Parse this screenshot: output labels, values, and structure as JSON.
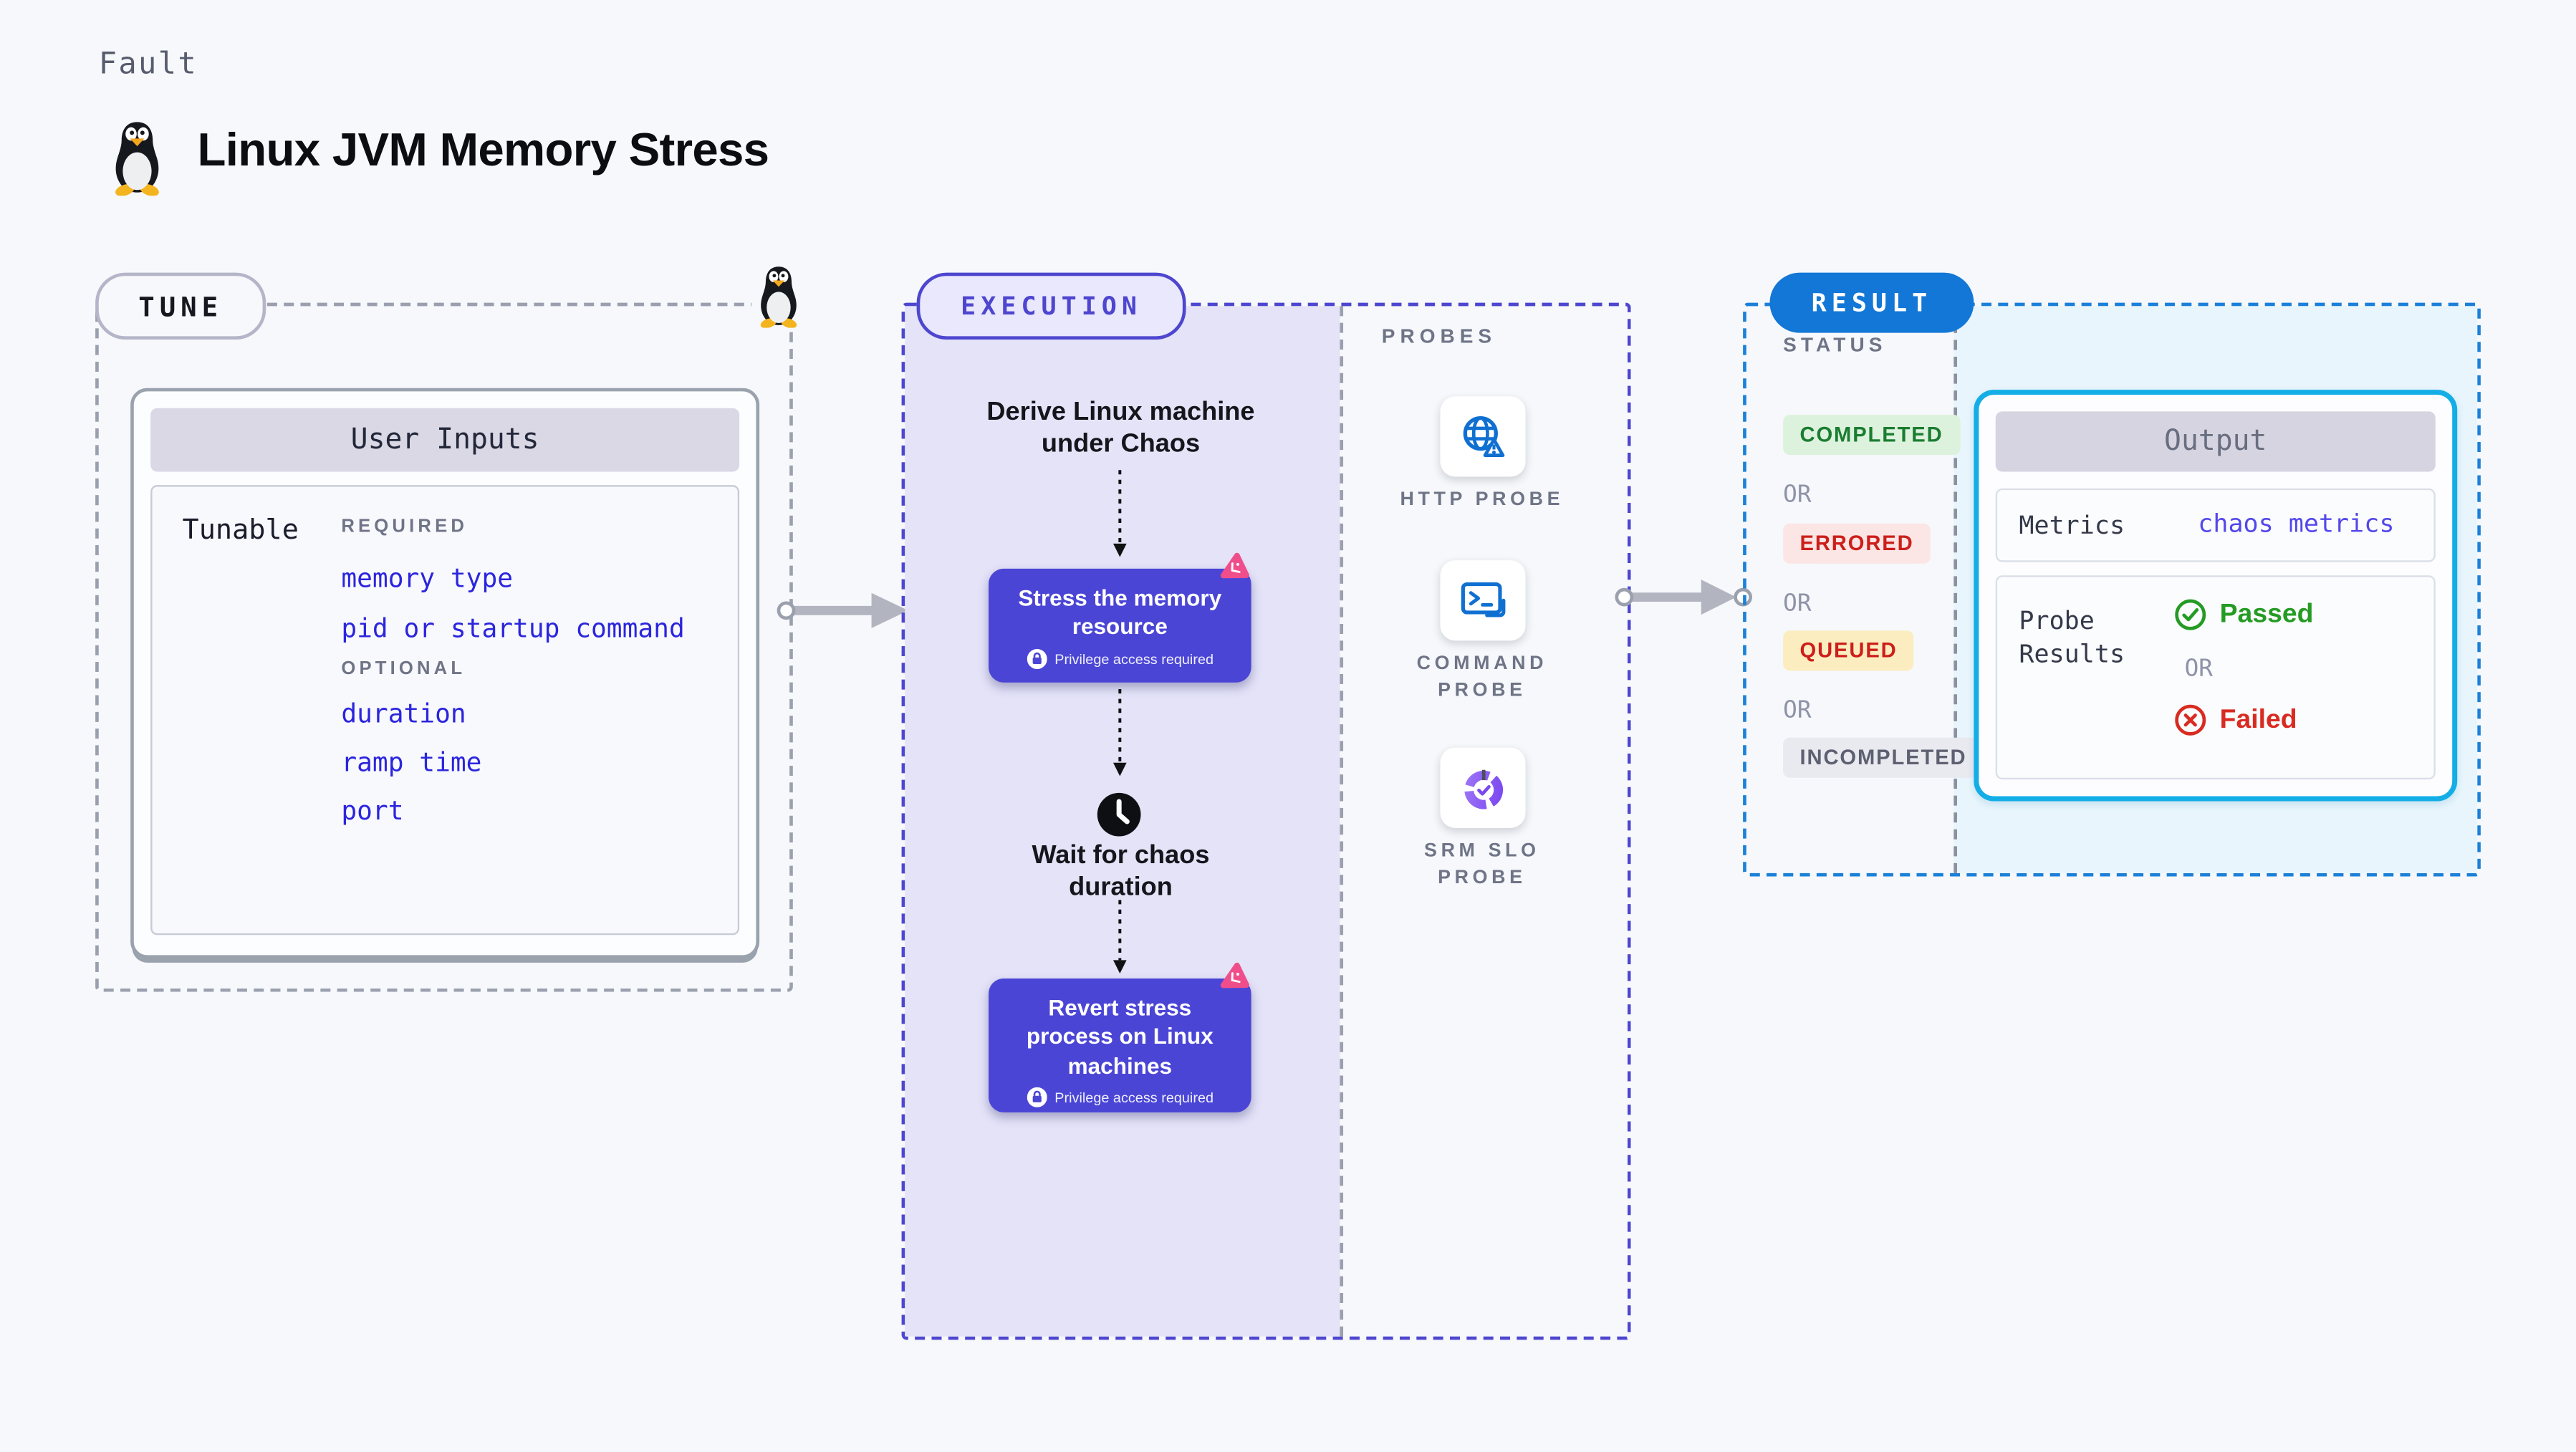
{
  "header": {
    "kicker": "Fault",
    "title": "Linux JVM Memory Stress",
    "logo_icon": "tux-penguin-icon"
  },
  "tune": {
    "pill_label": "TUNE",
    "corner_icon": "tux-penguin-icon",
    "card": {
      "title": "User Inputs",
      "row_label": "Tunable",
      "required_label": "REQUIRED",
      "required_items": [
        "memory type",
        "pid or startup command"
      ],
      "optional_label": "OPTIONAL",
      "optional_items": [
        "duration",
        "ramp time",
        "port"
      ]
    }
  },
  "execution": {
    "pill_label": "EXECUTION",
    "derive_label": "Derive Linux machine under Chaos",
    "stress_node": {
      "label": "Stress the memory resource",
      "note": "Privilege access required",
      "corner_icon": "chaos-pinwheel-icon",
      "note_icon": "lock-icon"
    },
    "wait_label": "Wait for chaos duration",
    "wait_icon": "clock-icon",
    "revert_node": {
      "label": "Revert stress process on Linux machines",
      "note": "Privilege access required",
      "corner_icon": "chaos-pinwheel-icon",
      "note_icon": "lock-icon"
    }
  },
  "probes": {
    "panel_label": "PROBES",
    "items": [
      {
        "label": "HTTP PROBE",
        "icon": "globe-alert-icon"
      },
      {
        "label": "COMMAND PROBE",
        "icon": "terminal-icon"
      },
      {
        "label": "SRM SLO PROBE",
        "icon": "slo-donut-check-icon"
      }
    ]
  },
  "result": {
    "pill_label": "RESULT",
    "status_label": "STATUS",
    "or_label": "OR",
    "badges": [
      "COMPLETED",
      "ERRORED",
      "QUEUED",
      "INCOMPLETED"
    ],
    "output": {
      "title": "Output",
      "metrics_label": "Metrics",
      "metrics_value": "chaos metrics",
      "probe_results_label": "Probe Results",
      "passed_label": "Passed",
      "or_label": "OR",
      "failed_label": "Failed",
      "passed_icon": "check-circle-icon",
      "failed_icon": "x-circle-icon"
    }
  },
  "colors": {
    "page_bg": "#f6f8fb",
    "dash_gray": "#9aa0ad",
    "accent_indigo": "#4e46cf",
    "node_purple": "#4b45d6",
    "lavender_panel": "#e4e3f8",
    "link_blue": "#2b25dd",
    "metrics_value_blue": "#5448ea",
    "result_pill_blue": "#1277d7",
    "result_dash_blue": "#1b80d8",
    "output_border_cyan": "#14aee6",
    "output_panel_bg": "#e8f5fc",
    "badge_completed_fg": "#1a7d31",
    "badge_completed_bg": "#ddf2dd",
    "badge_errored_fg": "#cc1f1a",
    "badge_errored_bg": "#fbe5e5",
    "badge_queued_fg": "#cc1f1a",
    "badge_queued_bg": "#fcedc0",
    "badge_incompleted_fg": "#5d6070",
    "badge_incompleted_bg": "#e9e9f0",
    "passed_green": "#259b24",
    "failed_red": "#d92b21",
    "chaos_pink": "#ef4e8b",
    "probe_icon_blue": "#1070d2",
    "srm_purple": "#8a5cf5"
  }
}
